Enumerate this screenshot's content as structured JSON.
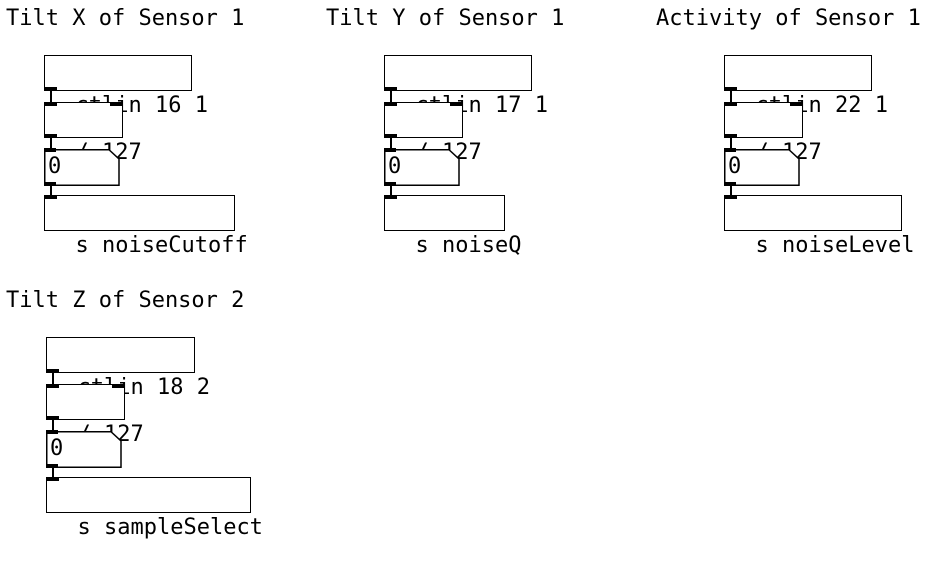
{
  "patches": [
    {
      "comment": "Tilt X of Sensor 1",
      "ctlin": "ctlin 16 1",
      "divide": "/ 127",
      "number": "0",
      "send": "s noiseCutoff"
    },
    {
      "comment": "Tilt Y of Sensor 1",
      "ctlin": "ctlin 17 1",
      "divide": "/ 127",
      "number": "0",
      "send": "s noiseQ"
    },
    {
      "comment": "Activity of Sensor 1",
      "ctlin": "ctlin 22 1",
      "divide": "/ 127",
      "number": "0",
      "send": "s noiseLevel"
    },
    {
      "comment": "Tilt Z of Sensor 2",
      "ctlin": "ctlin 18 2",
      "divide": "/ 127",
      "number": "0",
      "send": "s sampleSelect"
    }
  ]
}
